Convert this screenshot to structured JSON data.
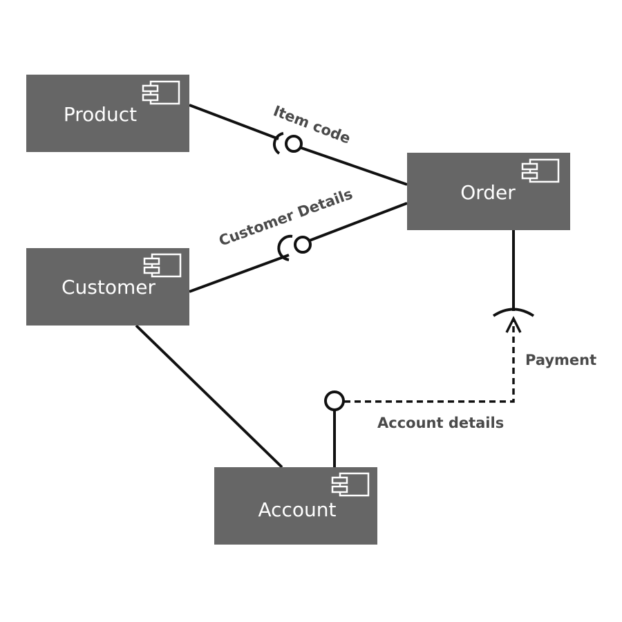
{
  "components": {
    "product": {
      "name": "Product",
      "icon": "component-icon"
    },
    "order": {
      "name": "Order",
      "icon": "component-icon"
    },
    "customer": {
      "name": "Customer",
      "icon": "component-icon"
    },
    "account": {
      "name": "Account",
      "icon": "component-icon"
    }
  },
  "interfaces": {
    "item_code": "Item code",
    "customer_details": "Customer Details",
    "payment": "Payment",
    "account_details": "Account details"
  },
  "colors": {
    "component_fill": "#666666",
    "component_text": "#ffffff",
    "line": "#111111",
    "label_text": "#4a4a4a"
  }
}
